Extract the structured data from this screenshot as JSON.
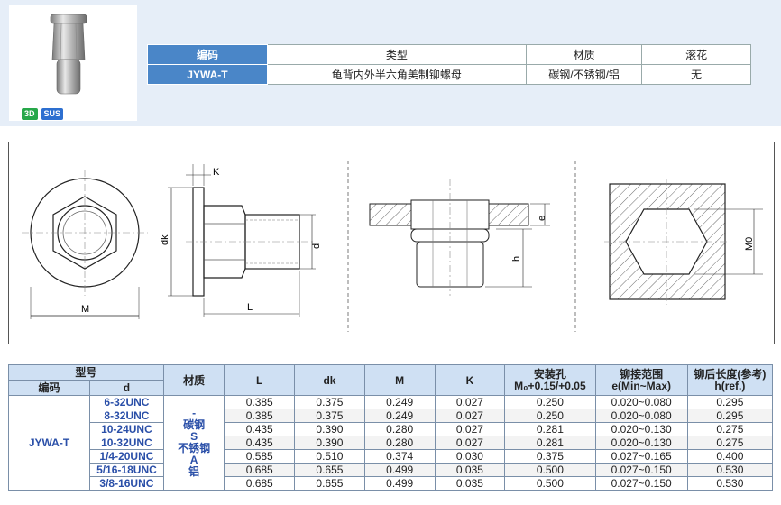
{
  "product": {
    "badges": [
      "3D",
      "SUS"
    ]
  },
  "code_table": {
    "headers": [
      "编码",
      "类型",
      "材质",
      "滚花"
    ],
    "row": {
      "code": "JYWA-T",
      "type": "龟背内外半六角美制铆螺母",
      "material": "碳钢/不锈钢/铝",
      "knurl": "无"
    }
  },
  "drawing": {
    "labels": {
      "K": "K",
      "dk": "dk",
      "d": "d",
      "M": "M",
      "L": "L",
      "e": "e",
      "h": "h",
      "M0": "M0"
    }
  },
  "spec": {
    "header": {
      "model": "型号",
      "code": "编码",
      "d": "d",
      "material": "材质",
      "L": "L",
      "dk": "dk",
      "M": "M",
      "K": "K",
      "hole": "安装孔",
      "hole_sub": "M₀+0.15/+0.05",
      "grip": "铆接范围",
      "grip_sub": "e(Min~Max)",
      "height": "铆后长度(参考)",
      "height_sub": "h(ref.)"
    },
    "code": "JYWA-T",
    "material_lines": [
      "-",
      "碳钢",
      "S",
      "不锈钢",
      "A",
      "铝"
    ],
    "rows": [
      {
        "d": "6-32UNC",
        "L": "0.385",
        "dk": "0.375",
        "M": "0.249",
        "K": "0.027",
        "hole": "0.250",
        "grip": "0.020~0.080",
        "h": "0.295"
      },
      {
        "d": "8-32UNC",
        "L": "0.385",
        "dk": "0.375",
        "M": "0.249",
        "K": "0.027",
        "hole": "0.250",
        "grip": "0.020~0.080",
        "h": "0.295"
      },
      {
        "d": "10-24UNC",
        "L": "0.435",
        "dk": "0.390",
        "M": "0.280",
        "K": "0.027",
        "hole": "0.281",
        "grip": "0.020~0.130",
        "h": "0.275"
      },
      {
        "d": "10-32UNC",
        "L": "0.435",
        "dk": "0.390",
        "M": "0.280",
        "K": "0.027",
        "hole": "0.281",
        "grip": "0.020~0.130",
        "h": "0.275"
      },
      {
        "d": "1/4-20UNC",
        "L": "0.585",
        "dk": "0.510",
        "M": "0.374",
        "K": "0.030",
        "hole": "0.375",
        "grip": "0.027~0.165",
        "h": "0.400"
      },
      {
        "d": "5/16-18UNC",
        "L": "0.685",
        "dk": "0.655",
        "M": "0.499",
        "K": "0.035",
        "hole": "0.500",
        "grip": "0.027~0.150",
        "h": "0.530"
      },
      {
        "d": "3/8-16UNC",
        "L": "0.685",
        "dk": "0.655",
        "M": "0.499",
        "K": "0.035",
        "hole": "0.500",
        "grip": "0.027~0.150",
        "h": "0.530"
      }
    ]
  }
}
